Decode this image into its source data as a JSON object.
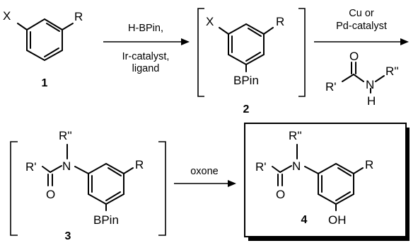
{
  "compounds": {
    "c1": {
      "number": "1",
      "sub_x": "X",
      "sub_r": "R"
    },
    "c2": {
      "number": "2",
      "sub_x": "X",
      "sub_r": "R",
      "sub_b": "BPin"
    },
    "c3": {
      "number": "3",
      "sub_r2": "R''",
      "sub_r1": "R'",
      "o": "O",
      "n": "N",
      "sub_r": "R",
      "sub_b": "BPin"
    },
    "c4": {
      "number": "4",
      "sub_r2": "R''",
      "sub_r1": "R'",
      "o": "O",
      "n": "N",
      "sub_r": "R",
      "sub_oh": "OH"
    }
  },
  "steps": {
    "borylation": {
      "above": "H-BPin,",
      "below_1": "Ir-catalyst,",
      "below_2": "ligand"
    },
    "amidation": {
      "above_1": "Cu or",
      "above_2": "Pd-catalyst"
    },
    "amide_reagent": {
      "r1": "R'",
      "o": "O",
      "n": "N",
      "r2": "R''",
      "h": "H"
    },
    "oxidation": {
      "above": "oxone"
    }
  }
}
